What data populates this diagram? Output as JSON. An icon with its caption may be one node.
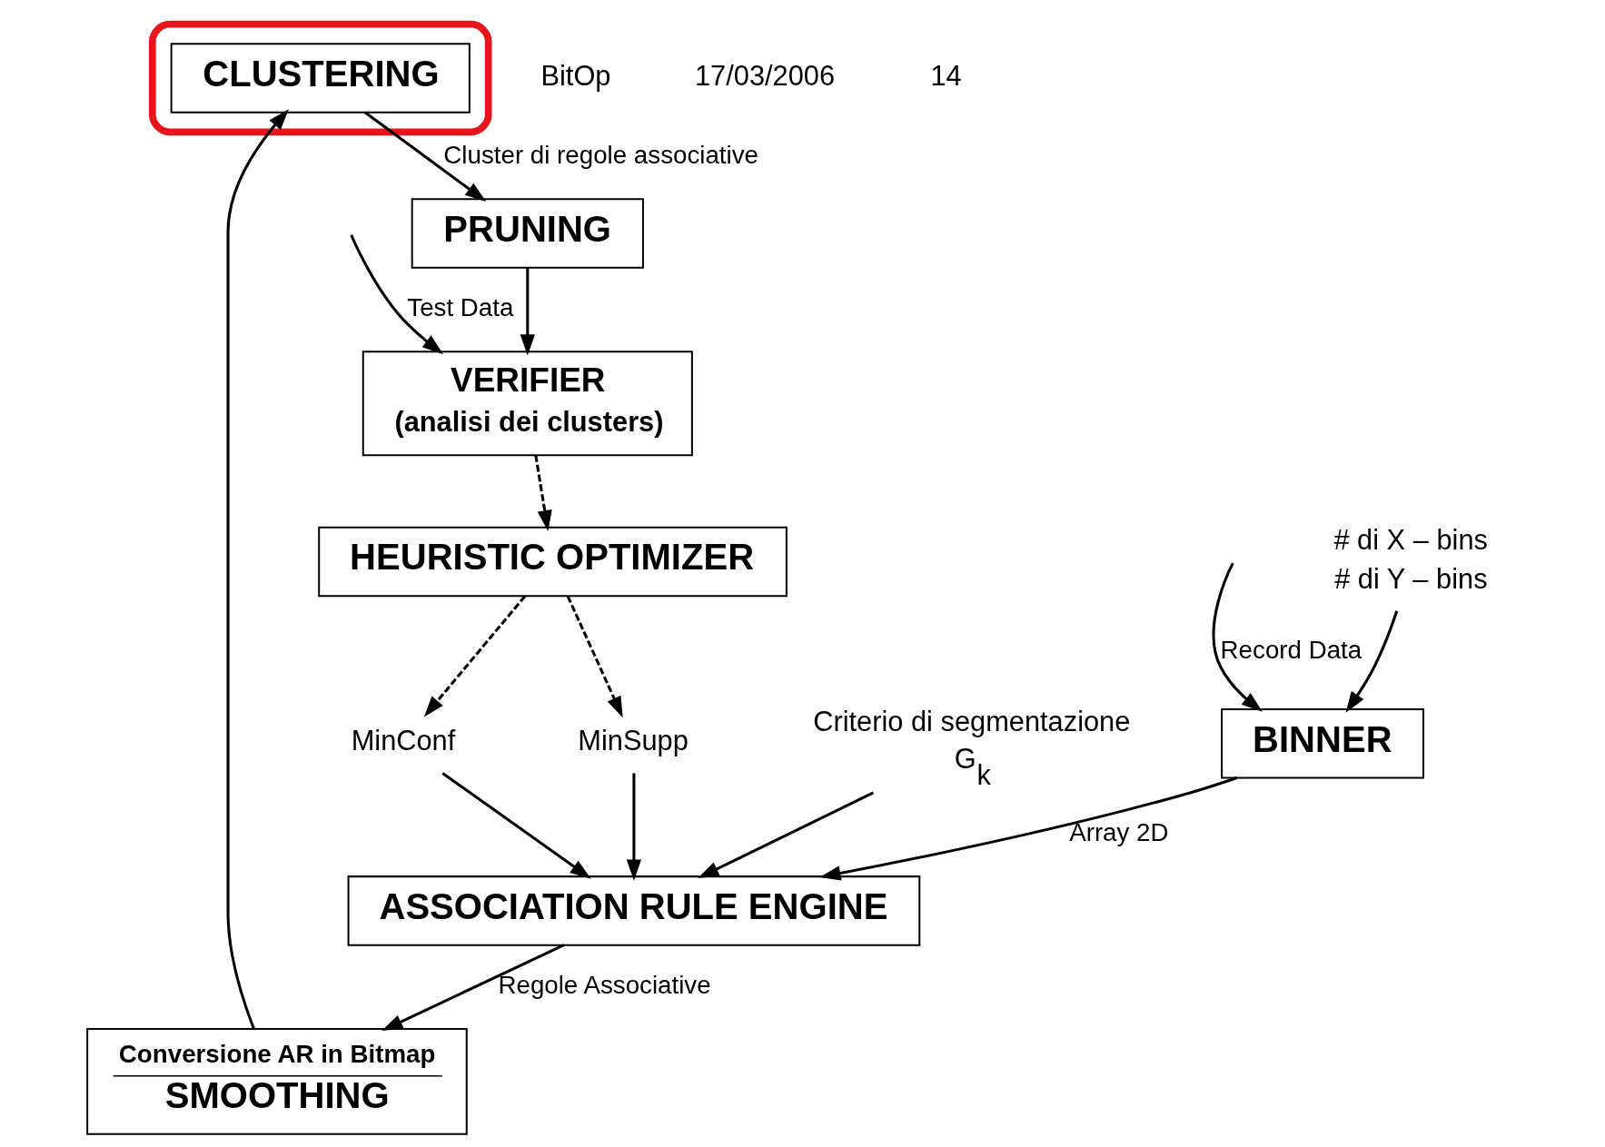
{
  "diagram": {
    "nodes": [
      {
        "text": [
          "# di X – bins",
          "# di Y – bins"
        ]
      },
      {
        "text": [
          "BINNER"
        ]
      },
      {
        "text": [
          "MinSupp"
        ]
      },
      {
        "text": [
          "MinConf"
        ]
      },
      {
        "text": [
          "ASSOCIATION RULE ENGINE"
        ]
      },
      {
        "text": [
          "Criterio di segmentazione",
          "G$_{k}$"
        ]
      },
      {
        "text": [
          "HEURISTIC OPTIMIZER"
        ]
      },
      {
        "text": [
          "Conversione AR in Bitmap",
          "SMOOTHING"
        ]
      },
      {
        "text": [],
        "shape": "ellipse"
      },
      {
        "text": [
          "CLUSTERING"
        ],
        "in": 8
      },
      {
        "text": [
          "PRUNING"
        ]
      },
      {
        "text": [
          "VERIFIER",
          "(analisi dei clusters)"
        ]
      }
    ],
    "edges": [
      {
        "from": null,
        "to": 1,
        "arrow": "to",
        "label": "Record Data"
      },
      {
        "from": 0,
        "to": 1,
        "arrow": "to"
      },
      {
        "from": 1,
        "to": 4,
        "arrow": "to",
        "label": "Array 2D"
      },
      {
        "from": 2,
        "to": 4,
        "arrow": "to"
      },
      {
        "from": 3,
        "to": 4,
        "arrow": "to"
      },
      {
        "from": 5,
        "to": 4,
        "arrow": "to"
      },
      {
        "from": 6,
        "to": 2,
        "arrow": "to",
        "style": "dashed"
      },
      {
        "from": 6,
        "to": 3,
        "arrow": "to",
        "style": "dashed"
      },
      {
        "from": 4,
        "to": 7,
        "arrow": "to",
        "label": "Regole Associative"
      },
      {
        "from": 7,
        "to": 9,
        "arrow": "to"
      },
      {
        "from": 9,
        "to": 10,
        "arrow": "to",
        "label": "Cluster di regole associative"
      },
      {
        "from": 10,
        "to": 11,
        "arrow": "to"
      },
      {
        "from": null,
        "to": 11,
        "arrow": "to",
        "label": "Test Data"
      },
      {
        "from": 11,
        "to": 6,
        "arrow": "to",
        "style": "dashed"
      }
    ],
    "labels": [
      "BitOp",
      "17/03/2006",
      "14"
    ]
  }
}
